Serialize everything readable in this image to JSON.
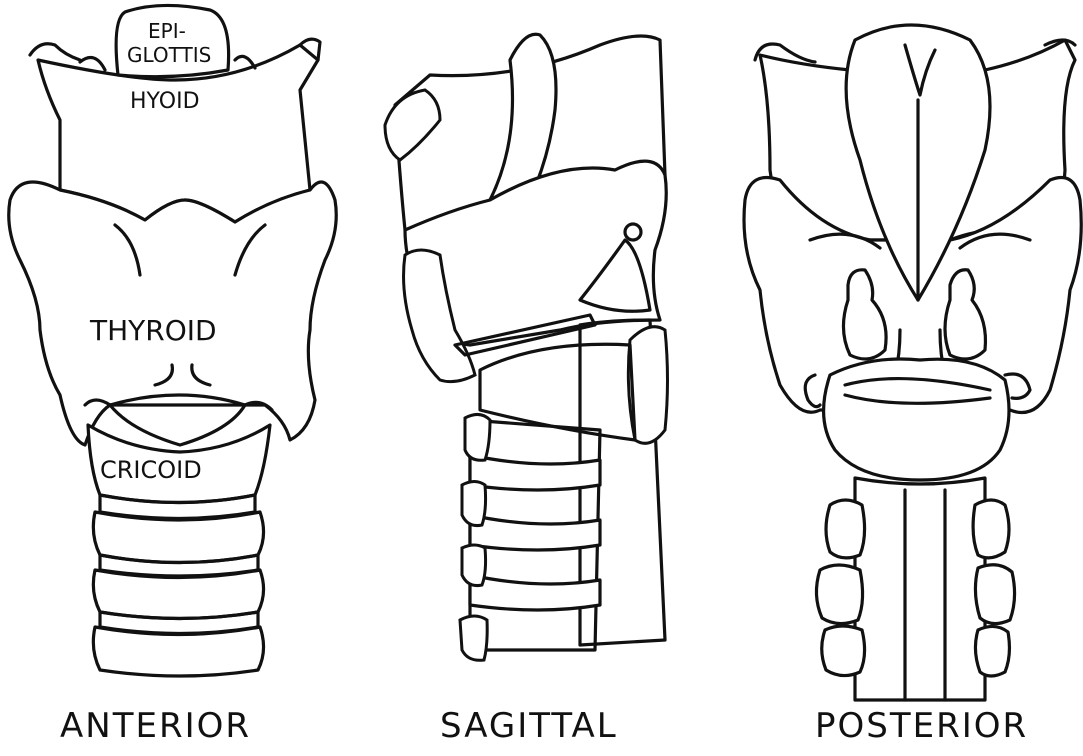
{
  "figure": {
    "labels": {
      "epiglottis_line1": "EPI-",
      "epiglottis_line2": "GLOTTIS",
      "hyoid": "HYOID",
      "thyroid": "THYROID",
      "cricoid": "CRICOID"
    },
    "views": {
      "anterior": "ANTERIOR",
      "sagittal": "SAGITTAL",
      "posterior": "POSTERIOR"
    },
    "colors": {
      "ink": "#111111",
      "background": "#ffffff"
    }
  }
}
